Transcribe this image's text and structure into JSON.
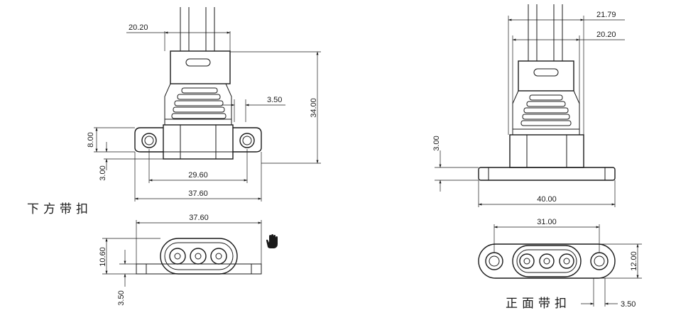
{
  "views": {
    "side_bottom_tab": {
      "dims": {
        "top_width": "20.20",
        "height": "34.00",
        "offset": "3.50",
        "tab_height": "8.00",
        "base": "3.00",
        "hole_spacing": "29.60",
        "overall_width": "37.60"
      }
    },
    "side_front_tab": {
      "dims": {
        "top_outer": "21.79",
        "top_inner": "20.20",
        "base": "3.00",
        "overall_width": "40.00"
      }
    },
    "bottom_tab_top": {
      "caption": "下方带扣",
      "dims": {
        "width": "37.60",
        "height": "10.60",
        "thickness": "3.50"
      }
    },
    "front_tab_top": {
      "caption": "正面带扣",
      "dims": {
        "hole_spacing": "31.00",
        "height": "12.00",
        "offset": "3.50"
      }
    }
  },
  "icons": {
    "cursor": "hand-cursor-icon"
  }
}
